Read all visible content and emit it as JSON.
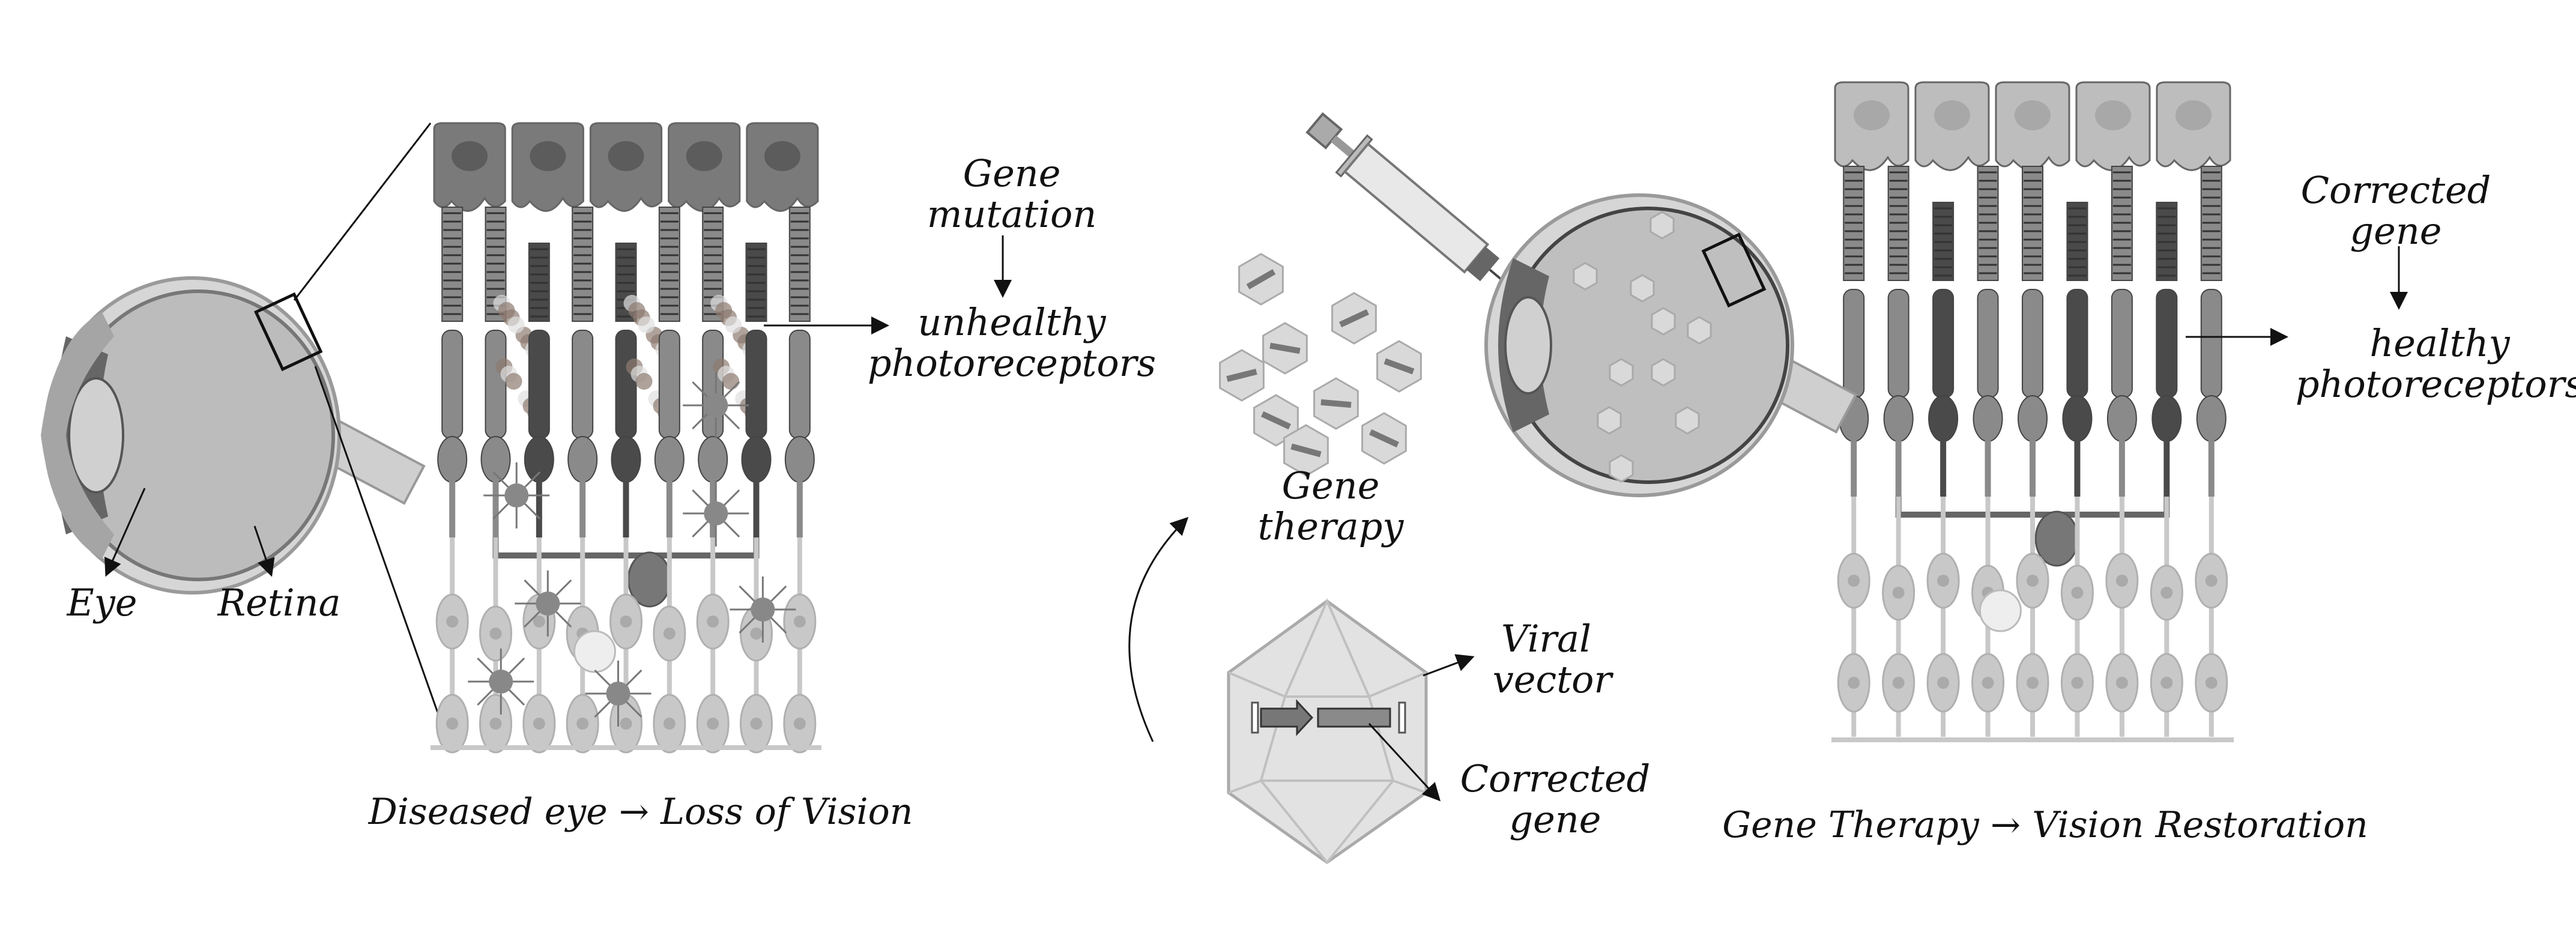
{
  "left": {
    "eye_label": "Eye",
    "retina_label": "Retina",
    "mutation_line1": "Gene",
    "mutation_line2": "mutation",
    "unhealthy_line1": "unhealthy",
    "unhealthy_line2": "photoreceptors",
    "caption": "Diseased eye → Loss of Vision"
  },
  "middle": {
    "therapy_line1": "Gene",
    "therapy_line2": "therapy",
    "vector_line1": "Viral",
    "vector_line2": "vector",
    "gene_line1": "Corrected",
    "gene_line2": "gene"
  },
  "right": {
    "corrected_line1": "Corrected",
    "corrected_line2": "gene",
    "healthy_line1": "healthy",
    "healthy_line2": "photoreceptors",
    "caption": "Gene Therapy → Vision Restoration"
  },
  "colors": {
    "ink": "#111111",
    "rpe_diseased": "#7a7a7a",
    "rpe_healthy": "#bdbdbd",
    "rod": "#8a8a8a",
    "cone": "#4a4a4a",
    "neuron": "#c8c8c8",
    "virus": "#d9d9d9"
  }
}
